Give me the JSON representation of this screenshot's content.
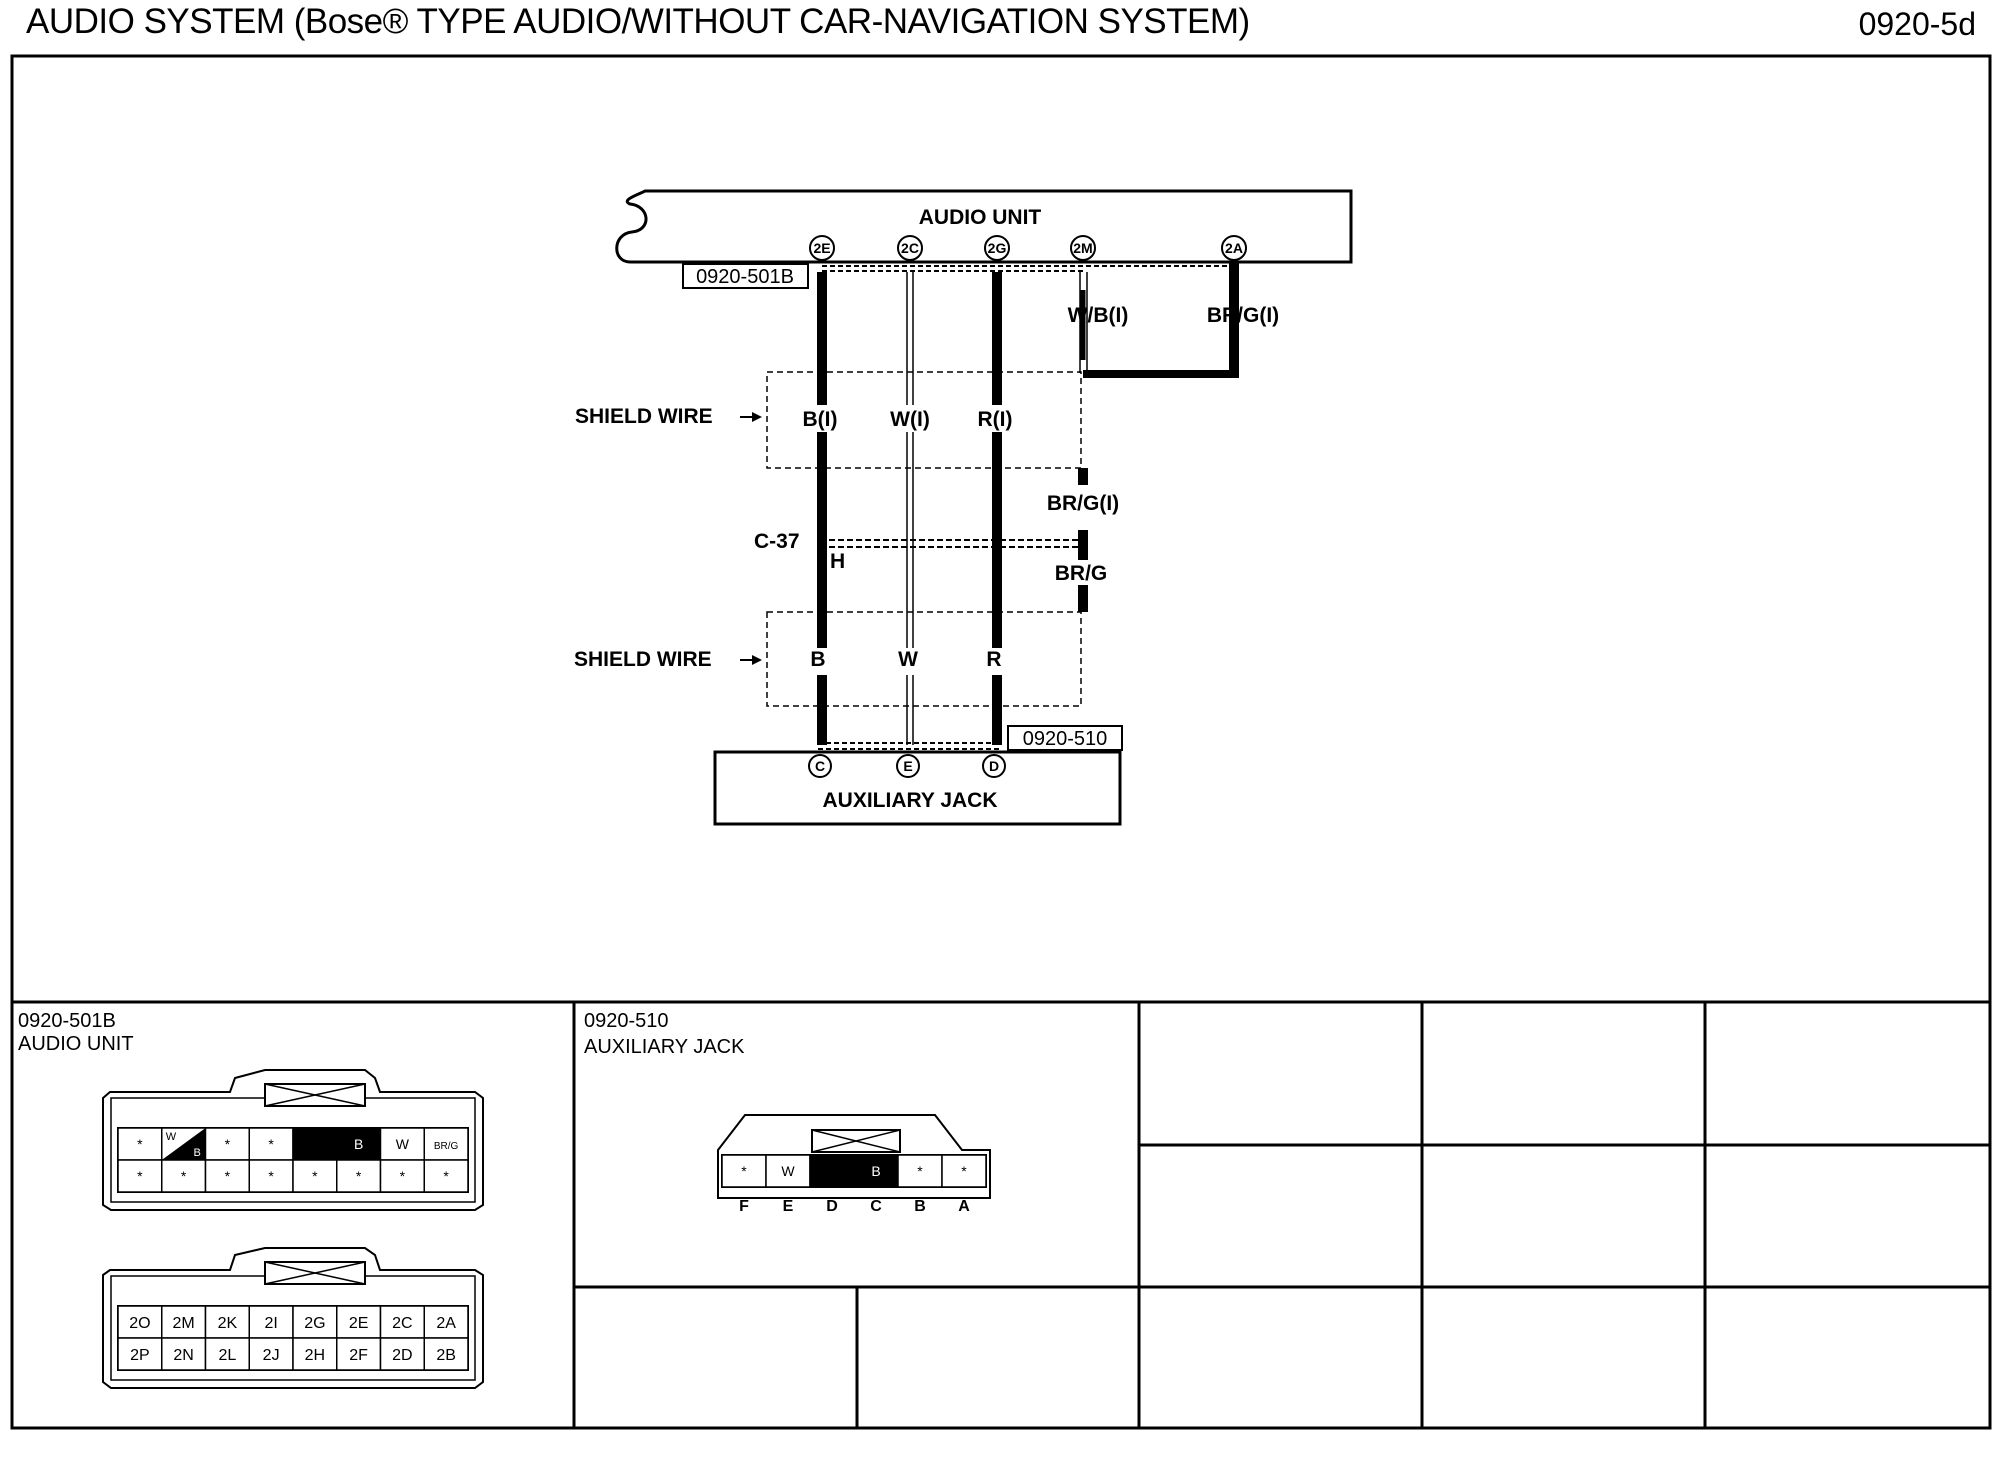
{
  "header": {
    "title": "AUDIO SYSTEM (Bose® TYPE AUDIO/WITHOUT CAR-NAVIGATION SYSTEM)",
    "code": "0920-5d"
  },
  "diagram": {
    "audio_unit_label": "AUDIO UNIT",
    "aux_jack_label": "AUXILIARY JACK",
    "connector_top_ref": "0920-501B",
    "connector_bottom_ref": "0920-510",
    "pins_top": [
      "2E",
      "2C",
      "2G",
      "2M",
      "2A"
    ],
    "pins_bottom": [
      "C",
      "E",
      "D"
    ],
    "shield_wire_label": "SHIELD WIRE",
    "wires_upper": [
      "B(I)",
      "W(I)",
      "R(I)"
    ],
    "wires_lower": [
      "B",
      "W",
      "R"
    ],
    "wire_wb": "W/B(I)",
    "wire_brg_top": "BR/G(I)",
    "wire_brg_mid": "BR/G(I)",
    "wire_brg_low": "BR/G",
    "splice_label": "C-37",
    "splice_pin": "H"
  },
  "connectors": {
    "audio_unit": {
      "code": "0920-501B",
      "name": "AUDIO UNIT",
      "wire_rows": [
        [
          "*",
          "W/B",
          "*",
          "*",
          "",
          "B",
          "W",
          "BR/G"
        ],
        [
          "*",
          "*",
          "*",
          "*",
          "*",
          "*",
          "*",
          "*"
        ]
      ],
      "pin_rows": [
        [
          "2O",
          "2M",
          "2K",
          "2I",
          "2G",
          "2E",
          "2C",
          "2A"
        ],
        [
          "2P",
          "2N",
          "2L",
          "2J",
          "2H",
          "2F",
          "2D",
          "2B"
        ]
      ]
    },
    "aux_jack": {
      "code": "0920-510",
      "name": "AUXILIARY JACK",
      "cells": [
        "*",
        "W",
        "",
        "B",
        "*",
        "*"
      ],
      "letters": [
        "F",
        "E",
        "D",
        "C",
        "B",
        "A"
      ]
    }
  }
}
